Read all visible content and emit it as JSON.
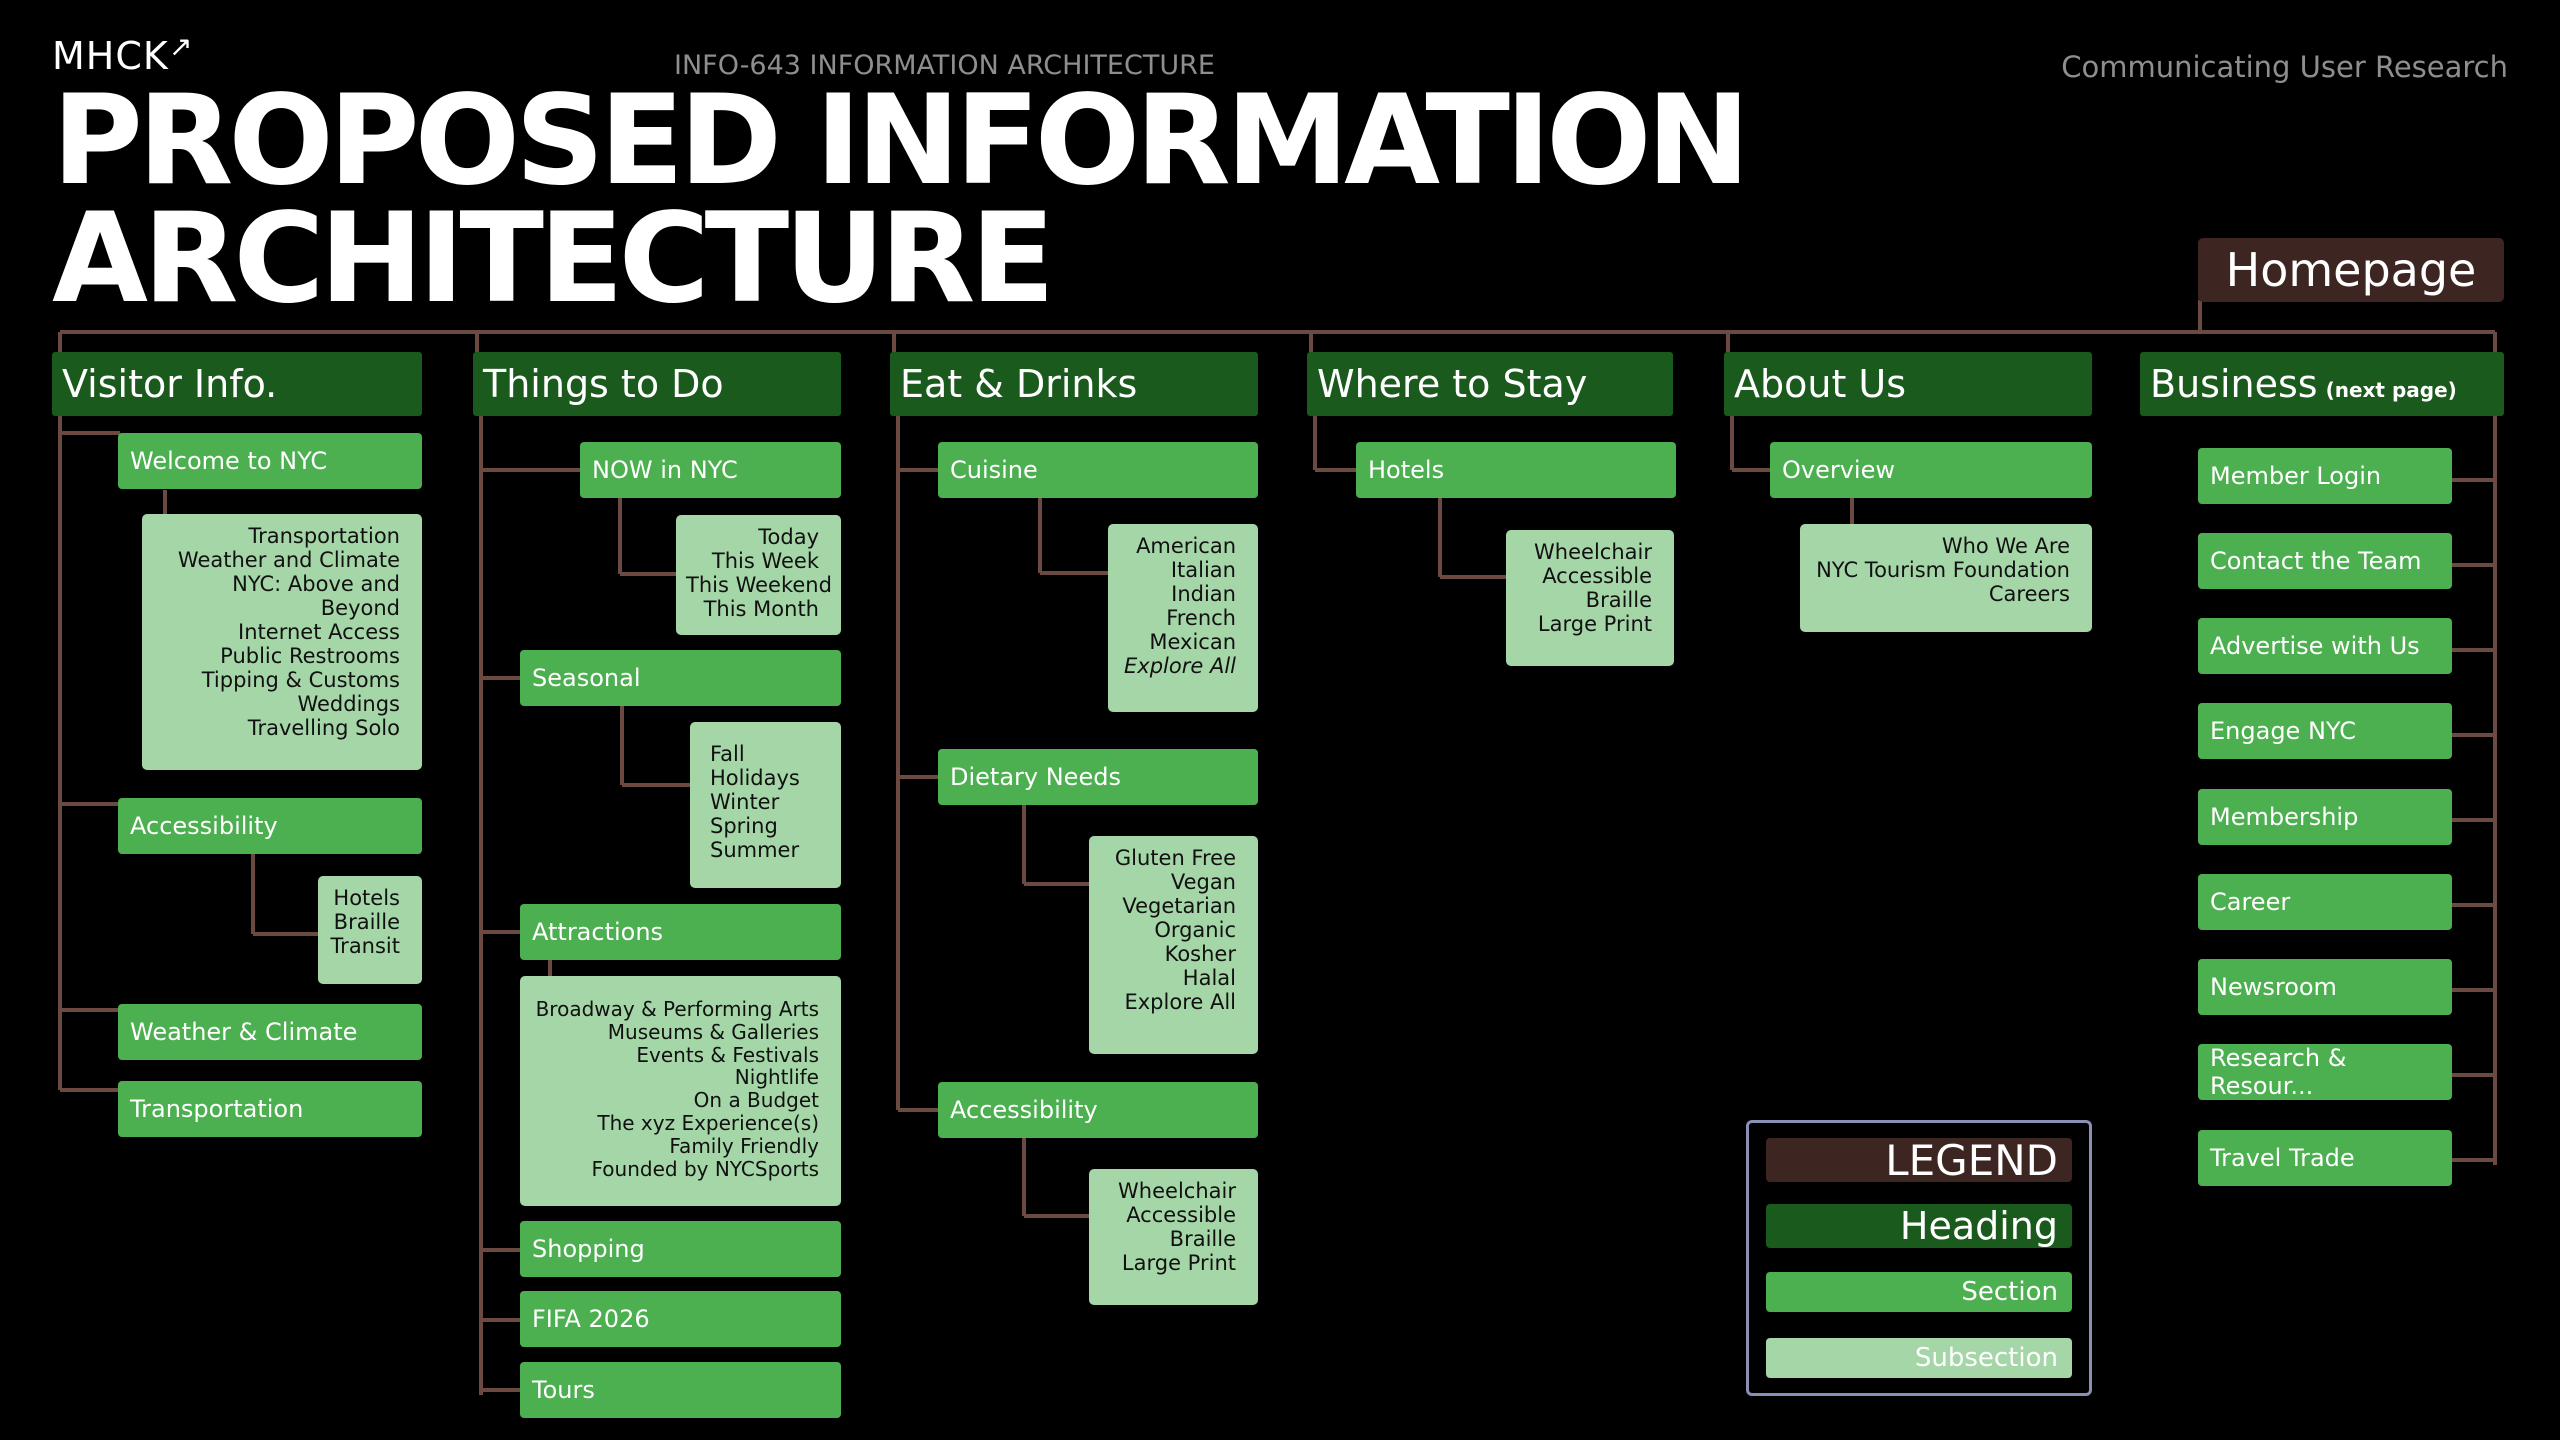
{
  "header": {
    "logo": "MHCK",
    "course": "INFO-643 INFORMATION ARCHITECTURE",
    "topic": "Communicating User Research",
    "title_line1": "PROPOSED INFORMATION",
    "title_line2": "ARCHITECTURE"
  },
  "root": "Homepage",
  "columns": {
    "visitor": {
      "heading": "Visitor Info.",
      "welcome": "Welcome to NYC",
      "welcome_items": [
        "Transportation",
        "Weather and Climate",
        "NYC: Above and",
        "Beyond",
        "Internet Access",
        "Public Restrooms",
        "Tipping & Customs",
        "Weddings",
        "Travelling Solo"
      ],
      "accessibility": "Accessibility",
      "accessibility_items": [
        "Hotels",
        "Braille",
        "Transit"
      ],
      "weather": "Weather & Climate",
      "transportation": "Transportation"
    },
    "things": {
      "heading": "Things to Do",
      "now": "NOW in NYC",
      "now_items": [
        "Today",
        "This Week",
        "This Weekend",
        "This Month"
      ],
      "seasonal": "Seasonal",
      "seasonal_items": [
        "Fall",
        "Holidays",
        "Winter",
        "Spring",
        "Summer"
      ],
      "attractions": "Attractions",
      "attractions_items": [
        "Broadway & Performing Arts",
        "Museums & Galleries",
        "Events & Festivals",
        "Nightlife",
        "On a Budget",
        "The xyz Experience(s)",
        "Family Friendly",
        "Founded by NYCSports"
      ],
      "shopping": "Shopping",
      "fifa": "FIFA 2026",
      "tours": "Tours"
    },
    "eat": {
      "heading": "Eat & Drinks",
      "cuisine": "Cuisine",
      "cuisine_items": [
        "American",
        "Italian",
        "Indian",
        "French",
        "Mexican"
      ],
      "cuisine_explore": "Explore All",
      "dietary": "Dietary Needs",
      "dietary_items": [
        "Gluten Free",
        "Vegan",
        "Vegetarian",
        "Organic",
        "Kosher",
        "Halal",
        "Explore All"
      ],
      "accessibility": "Accessibility",
      "accessibility_items": [
        "Wheelchair",
        "Accessible",
        "Braille",
        "Large Print"
      ]
    },
    "stay": {
      "heading": "Where to Stay",
      "hotels": "Hotels",
      "hotels_items": [
        "Wheelchair",
        "Accessible",
        "Braille",
        "Large Print"
      ]
    },
    "about": {
      "heading": "About Us",
      "overview": "Overview",
      "overview_items": [
        "Who We Are",
        "NYC Tourism Foundation",
        "Careers"
      ]
    },
    "business": {
      "heading": "Business",
      "heading_note": "(next page)",
      "items": [
        "Member Login",
        "Contact the Team",
        "Advertise with Us",
        "Engage NYC",
        "Membership",
        "Career",
        "Newsroom",
        "Research & Resour...",
        "Travel Trade"
      ]
    }
  },
  "legend": {
    "title": "LEGEND",
    "heading": "Heading",
    "section": "Section",
    "subsection": "Subsection"
  },
  "colors": {
    "root": "#3d2622",
    "heading": "#1b5a1d",
    "section": "#4caf50",
    "subsection": "#a5d6a7",
    "connector": "#6b4a42"
  }
}
